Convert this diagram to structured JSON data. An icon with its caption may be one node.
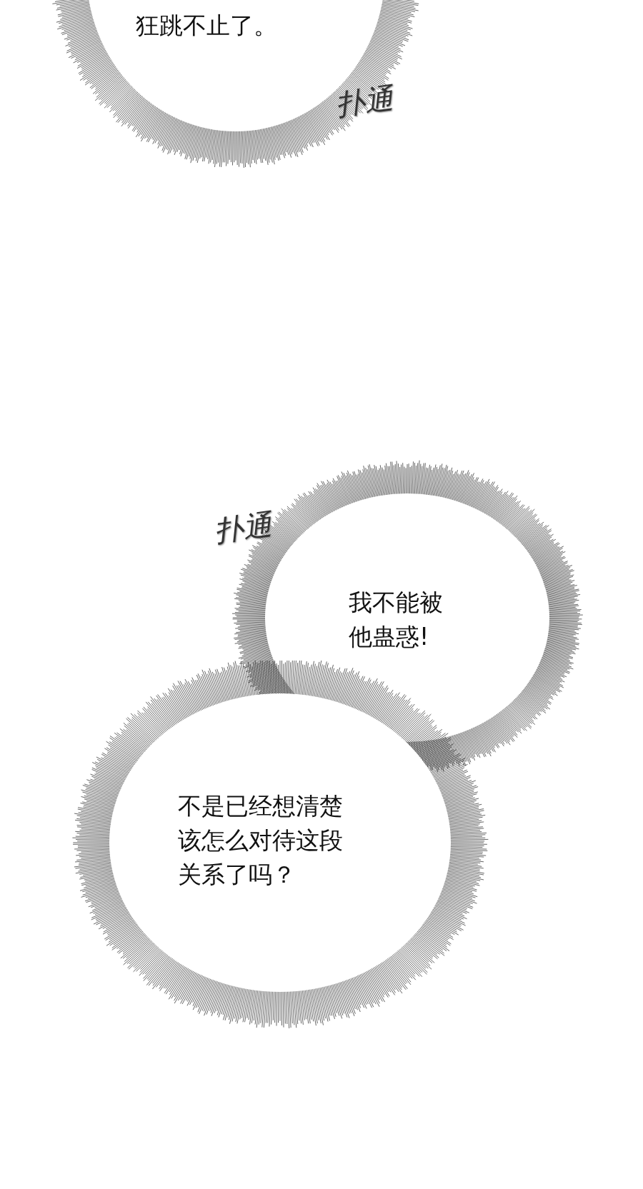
{
  "diagram": {
    "nodes": [
      {
        "text": [
          "狂跳不止了。"
        ]
      },
      {
        "text": [
          "我不能被他蛊惑!"
        ]
      },
      {
        "text": [
          "不是已经想清楚该怎么对待这段关系了吗？"
        ]
      }
    ],
    "labels": [
      "扑通",
      "扑通"
    ]
  }
}
